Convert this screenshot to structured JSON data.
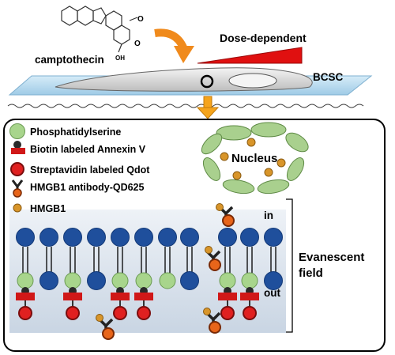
{
  "top": {
    "compound_label": "camptothecin",
    "dose_label": "Dose-dependent",
    "cell_label": "BCSC"
  },
  "legend": {
    "items": [
      {
        "icon": "phosphatidylserine-icon",
        "label": "Phosphatidylserine"
      },
      {
        "icon": "annexin-icon",
        "label": "Biotin labeled Annexin V"
      },
      {
        "icon": "qdot-icon",
        "label": "Streptavidin labeled Qdot"
      },
      {
        "icon": "antibody-qdot-icon",
        "label": "HMGB1 antibody-QD625"
      },
      {
        "icon": "hmgb1-icon",
        "label": "HMGB1"
      }
    ]
  },
  "diagram": {
    "nucleus_label": "Nucleus",
    "in_label": "in",
    "out_label": "out",
    "field_label_line1": "Evanescent",
    "field_label_line2": "field"
  },
  "colors": {
    "phosphatidylserine": "#a8d58c",
    "lipid_head_blue": "#1f4f9c",
    "annexin_red": "#d01818",
    "qdot_red": "#e02020",
    "hmgb1_orange": "#d8952a",
    "arrow_orange": "#f08a1c",
    "nucleus_green": "#a9d08e",
    "field_bg": "#d7e0ea"
  }
}
